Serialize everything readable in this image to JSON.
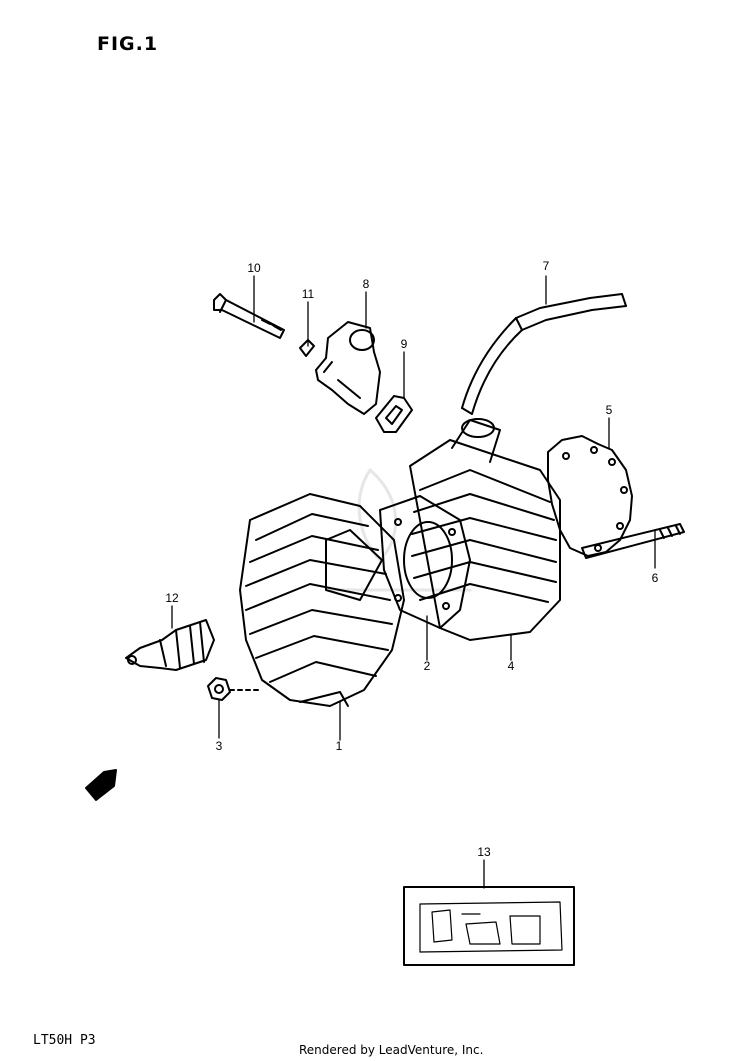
{
  "figure": {
    "title": "FIG.1"
  },
  "callouts": [
    {
      "id": "1",
      "label": "1"
    },
    {
      "id": "2",
      "label": "2"
    },
    {
      "id": "3",
      "label": "3"
    },
    {
      "id": "4",
      "label": "4"
    },
    {
      "id": "5",
      "label": "5"
    },
    {
      "id": "6",
      "label": "6"
    },
    {
      "id": "7",
      "label": "7"
    },
    {
      "id": "8",
      "label": "8"
    },
    {
      "id": "9",
      "label": "9"
    },
    {
      "id": "10",
      "label": "10"
    },
    {
      "id": "11",
      "label": "11"
    },
    {
      "id": "12",
      "label": "12"
    },
    {
      "id": "13",
      "label": "13"
    }
  ],
  "footer": {
    "model": "LT50H P3",
    "rendered_by": "Rendered by LeadVenture, Inc."
  },
  "icons": {
    "fwd_arrow": "fwd-arrow-icon",
    "watermark": "leadventure-watermark-icon"
  },
  "colors": {
    "line": "#000000",
    "background": "#ffffff",
    "watermark": "#eaeaea"
  }
}
